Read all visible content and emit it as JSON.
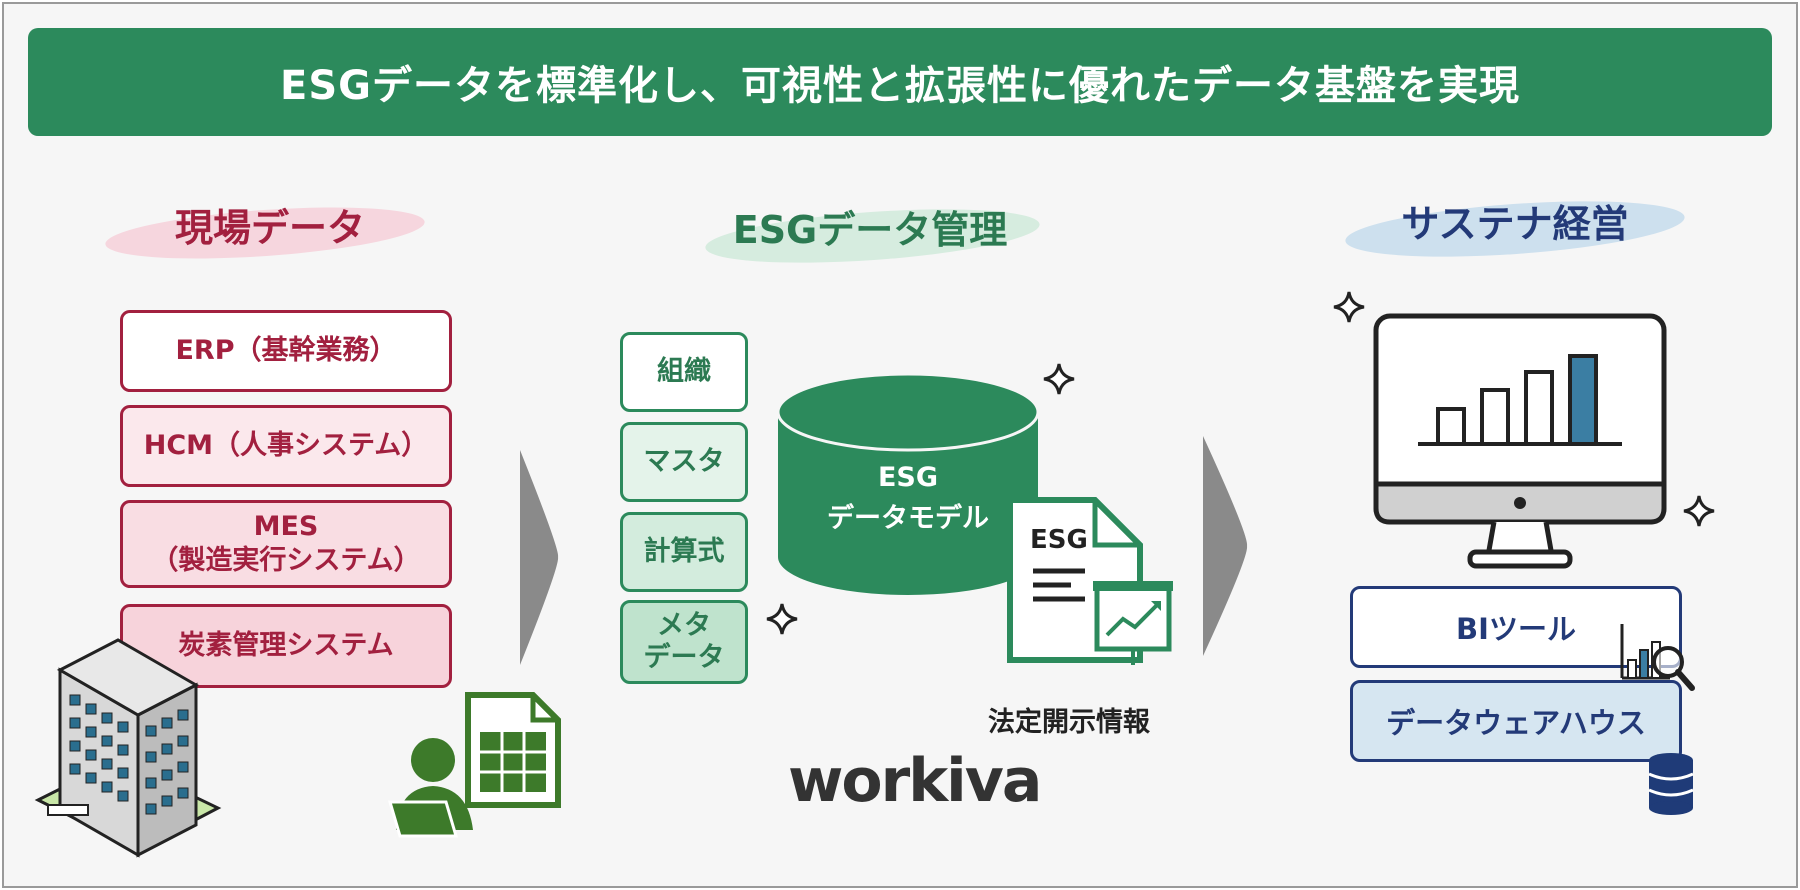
{
  "banner": {
    "title": "ESGデータを標準化し、可視性と拡張性に優れたデータ基盤を実現"
  },
  "columns": {
    "field": {
      "heading": "現場データ",
      "color": "#a2203f"
    },
    "esg": {
      "heading": "ESGデータ管理",
      "color": "#2c7a52"
    },
    "sustain": {
      "heading": "サステナ経営",
      "color": "#233a78"
    }
  },
  "field_items": [
    {
      "label": "ERP（基幹業務）"
    },
    {
      "label": "HCM（人事システム）"
    },
    {
      "label": "MES",
      "label2": "（製造実行システム）"
    },
    {
      "label": "炭素管理システム"
    }
  ],
  "esg_items": [
    {
      "label": "組織"
    },
    {
      "label": "マスタ"
    },
    {
      "label": "計算式"
    },
    {
      "label": "メタ",
      "label2": "データ"
    }
  ],
  "cylinder": {
    "line1": "ESG",
    "line2": "データモデル"
  },
  "document": {
    "label": "ESG",
    "caption": "法定開示情報"
  },
  "logo": {
    "text": "workiva"
  },
  "sustain_items": [
    {
      "label": "BIツール"
    },
    {
      "label": "データウェアハウス"
    }
  ],
  "icons": [
    "building-icon",
    "spreadsheet-user-icon",
    "database-cylinder-icon",
    "document-report-icon",
    "monitor-bar-chart-icon",
    "magnifier-chart-icon",
    "database-stack-icon",
    "sparkle-icon",
    "arrow-right-icon"
  ]
}
